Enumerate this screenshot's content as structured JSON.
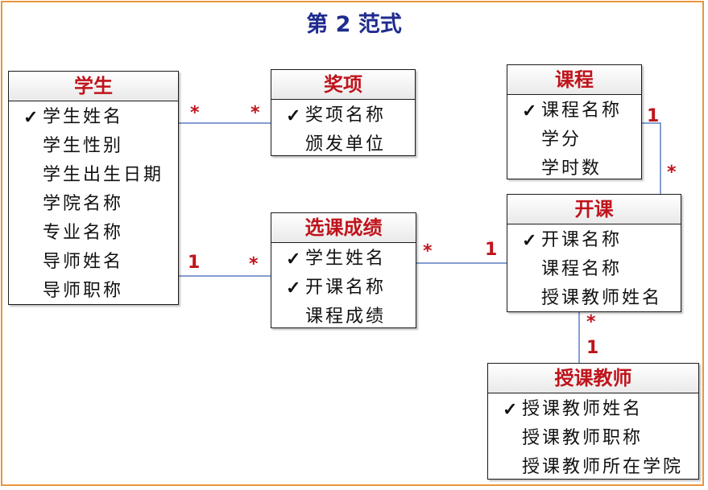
{
  "title": "第 2 范式",
  "key_mark": "✓",
  "colors": {
    "entity_title": "#c0141c",
    "page_title": "#1f2b8f",
    "line": "#5b7fc4",
    "multiplicity": "#c0141c",
    "frame": "#e8963c"
  },
  "entities": {
    "student": {
      "name": "学生",
      "attributes": [
        {
          "label": "学生姓名",
          "key": true
        },
        {
          "label": "学生性别",
          "key": false
        },
        {
          "label": "学生出生日期",
          "key": false
        },
        {
          "label": "学院名称",
          "key": false
        },
        {
          "label": "专业名称",
          "key": false
        },
        {
          "label": "导师姓名",
          "key": false
        },
        {
          "label": "导师职称",
          "key": false
        }
      ]
    },
    "award": {
      "name": "奖项",
      "attributes": [
        {
          "label": "奖项名称",
          "key": true
        },
        {
          "label": "颁发单位",
          "key": false
        }
      ]
    },
    "enrollment": {
      "name": "选课成绩",
      "attributes": [
        {
          "label": "学生姓名",
          "key": true
        },
        {
          "label": "开课名称",
          "key": true
        },
        {
          "label": "课程成绩",
          "key": false
        }
      ]
    },
    "course": {
      "name": "课程",
      "attributes": [
        {
          "label": "课程名称",
          "key": true
        },
        {
          "label": "学分",
          "key": false
        },
        {
          "label": "学时数",
          "key": false
        }
      ]
    },
    "offering": {
      "name": "开课",
      "attributes": [
        {
          "label": "开课名称",
          "key": true
        },
        {
          "label": "课程名称",
          "key": false
        },
        {
          "label": "授课教师姓名",
          "key": false
        }
      ]
    },
    "teacher": {
      "name": "授课教师",
      "attributes": [
        {
          "label": "授课教师姓名",
          "key": true
        },
        {
          "label": "授课教师职称",
          "key": false
        },
        {
          "label": "授课教师所在学院",
          "key": false
        }
      ]
    }
  },
  "relationships": [
    {
      "id": "student-award",
      "from_mult": "*",
      "to_mult": "*"
    },
    {
      "id": "student-enrollment",
      "from_mult": "1",
      "to_mult": "*"
    },
    {
      "id": "enrollment-offering",
      "from_mult": "*",
      "to_mult": "1"
    },
    {
      "id": "course-offering",
      "from_mult": "1",
      "to_mult": "*"
    },
    {
      "id": "offering-teacher",
      "from_mult": "*",
      "to_mult": "1"
    }
  ]
}
